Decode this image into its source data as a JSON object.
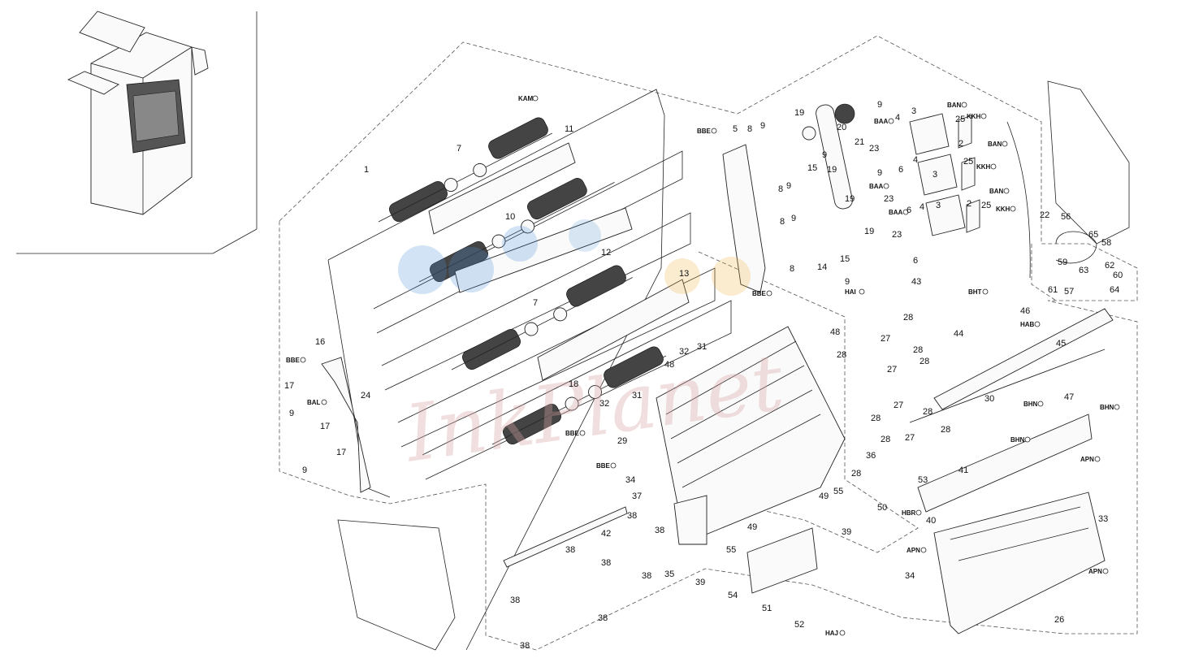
{
  "diagram": {
    "colors": {
      "line": "#222222",
      "watermark": "#d9a3a3",
      "logo_blue": "#4a90d9",
      "logo_orange": "#f0b040"
    },
    "watermark_text": "InkPlanet",
    "callouts": [
      {
        "id": "c-kam",
        "text": "KAM"
      },
      {
        "id": "c-1",
        "text": "1"
      },
      {
        "id": "c-7a",
        "text": "7"
      },
      {
        "id": "c-11",
        "text": "11"
      },
      {
        "id": "c-10",
        "text": "10"
      },
      {
        "id": "c-12",
        "text": "12"
      },
      {
        "id": "c-13",
        "text": "13"
      },
      {
        "id": "c-7b",
        "text": "7"
      },
      {
        "id": "c-18",
        "text": "18"
      },
      {
        "id": "c-16",
        "text": "16"
      },
      {
        "id": "c-bbe1",
        "text": "BBE"
      },
      {
        "id": "c-17a",
        "text": "17"
      },
      {
        "id": "c-bal",
        "text": "BAL"
      },
      {
        "id": "c-9a",
        "text": "9"
      },
      {
        "id": "c-17b",
        "text": "17"
      },
      {
        "id": "c-24",
        "text": "24"
      },
      {
        "id": "c-17c",
        "text": "17"
      },
      {
        "id": "c-9b",
        "text": "9"
      },
      {
        "id": "c-bbe2",
        "text": "BBE"
      },
      {
        "id": "c-5",
        "text": "5"
      },
      {
        "id": "c-8a",
        "text": "8"
      },
      {
        "id": "c-9c",
        "text": "9"
      },
      {
        "id": "c-19a",
        "text": "19"
      },
      {
        "id": "c-20",
        "text": "20"
      },
      {
        "id": "c-9d",
        "text": "9"
      },
      {
        "id": "c-21",
        "text": "21"
      },
      {
        "id": "c-9e",
        "text": "9"
      },
      {
        "id": "c-15a",
        "text": "15"
      },
      {
        "id": "c-9f",
        "text": "9"
      },
      {
        "id": "c-19b",
        "text": "19"
      },
      {
        "id": "c-8b",
        "text": "8"
      },
      {
        "id": "c-9g",
        "text": "9"
      },
      {
        "id": "c-19c",
        "text": "19"
      },
      {
        "id": "c-8c",
        "text": "8"
      },
      {
        "id": "c-9h",
        "text": "9"
      },
      {
        "id": "c-19d",
        "text": "19"
      },
      {
        "id": "c-15b",
        "text": "15"
      },
      {
        "id": "c-8d",
        "text": "8"
      },
      {
        "id": "c-14",
        "text": "14"
      },
      {
        "id": "c-9i",
        "text": "9"
      },
      {
        "id": "c-hai",
        "text": "HAI"
      },
      {
        "id": "c-bbe3",
        "text": "BBE"
      },
      {
        "id": "c-baa1",
        "text": "BAA"
      },
      {
        "id": "c-4a",
        "text": "4"
      },
      {
        "id": "c-3a",
        "text": "3"
      },
      {
        "id": "c-ban1",
        "text": "BAN"
      },
      {
        "id": "c-25a",
        "text": "25"
      },
      {
        "id": "c-kkh1",
        "text": "KKH"
      },
      {
        "id": "c-23a",
        "text": "23"
      },
      {
        "id": "c-2a",
        "text": "2"
      },
      {
        "id": "c-ban2",
        "text": "BAN"
      },
      {
        "id": "c-6a",
        "text": "6"
      },
      {
        "id": "c-4b",
        "text": "4"
      },
      {
        "id": "c-25b",
        "text": "25"
      },
      {
        "id": "c-kkh2",
        "text": "KKH"
      },
      {
        "id": "c-baa2",
        "text": "BAA"
      },
      {
        "id": "c-23b",
        "text": "23"
      },
      {
        "id": "c-3b",
        "text": "3"
      },
      {
        "id": "c-2b",
        "text": "2"
      },
      {
        "id": "c-ban3",
        "text": "BAN"
      },
      {
        "id": "c-baa3",
        "text": "BAA"
      },
      {
        "id": "c-6b",
        "text": "6"
      },
      {
        "id": "c-4c",
        "text": "4"
      },
      {
        "id": "c-3c",
        "text": "3"
      },
      {
        "id": "c-25c",
        "text": "25"
      },
      {
        "id": "c-kkh3",
        "text": "KKH"
      },
      {
        "id": "c-23c",
        "text": "23"
      },
      {
        "id": "c-6c",
        "text": "6"
      },
      {
        "id": "c-22",
        "text": "22"
      },
      {
        "id": "c-56",
        "text": "56"
      },
      {
        "id": "c-65",
        "text": "65"
      },
      {
        "id": "c-58",
        "text": "58"
      },
      {
        "id": "c-59",
        "text": "59"
      },
      {
        "id": "c-62",
        "text": "62"
      },
      {
        "id": "c-63",
        "text": "63"
      },
      {
        "id": "c-60",
        "text": "60"
      },
      {
        "id": "c-61",
        "text": "61"
      },
      {
        "id": "c-57",
        "text": "57"
      },
      {
        "id": "c-64",
        "text": "64"
      },
      {
        "id": "c-43",
        "text": "43"
      },
      {
        "id": "c-bht",
        "text": "BHT"
      },
      {
        "id": "c-44",
        "text": "44"
      },
      {
        "id": "c-46",
        "text": "46"
      },
      {
        "id": "c-hab",
        "text": "HAB"
      },
      {
        "id": "c-45",
        "text": "45"
      },
      {
        "id": "c-48a",
        "text": "48"
      },
      {
        "id": "c-28a",
        "text": "28"
      },
      {
        "id": "c-27a",
        "text": "27"
      },
      {
        "id": "c-28b",
        "text": "28"
      },
      {
        "id": "c-28c",
        "text": "28"
      },
      {
        "id": "c-28d",
        "text": "28"
      },
      {
        "id": "c-32a",
        "text": "32"
      },
      {
        "id": "c-31a",
        "text": "31"
      },
      {
        "id": "c-48b",
        "text": "48"
      },
      {
        "id": "c-27b",
        "text": "27"
      },
      {
        "id": "c-30",
        "text": "30"
      },
      {
        "id": "c-47",
        "text": "47"
      },
      {
        "id": "c-28e",
        "text": "28"
      },
      {
        "id": "c-27c",
        "text": "27"
      },
      {
        "id": "c-28f",
        "text": "28"
      },
      {
        "id": "c-bhn1",
        "text": "BHN"
      },
      {
        "id": "c-bhn2",
        "text": "BHN"
      },
      {
        "id": "c-32b",
        "text": "32"
      },
      {
        "id": "c-31b",
        "text": "31"
      },
      {
        "id": "c-bbe4",
        "text": "BBE"
      },
      {
        "id": "c-29",
        "text": "29"
      },
      {
        "id": "c-28g",
        "text": "28"
      },
      {
        "id": "c-28h",
        "text": "28"
      },
      {
        "id": "c-27d",
        "text": "27"
      },
      {
        "id": "c-bhn3",
        "text": "BHN"
      },
      {
        "id": "c-36",
        "text": "36"
      },
      {
        "id": "c-41",
        "text": "41"
      },
      {
        "id": "c-bbe5",
        "text": "BBE"
      },
      {
        "id": "c-34a",
        "text": "34"
      },
      {
        "id": "c-28i",
        "text": "28"
      },
      {
        "id": "c-53",
        "text": "53"
      },
      {
        "id": "c-apn1",
        "text": "APN"
      },
      {
        "id": "c-37",
        "text": "37"
      },
      {
        "id": "c-55a",
        "text": "55"
      },
      {
        "id": "c-49a",
        "text": "49"
      },
      {
        "id": "c-50",
        "text": "50"
      },
      {
        "id": "c-hbr",
        "text": "HBR"
      },
      {
        "id": "c-40",
        "text": "40"
      },
      {
        "id": "c-38a",
        "text": "38"
      },
      {
        "id": "c-42",
        "text": "42"
      },
      {
        "id": "c-33",
        "text": "33"
      },
      {
        "id": "c-38b",
        "text": "38"
      },
      {
        "id": "c-49b",
        "text": "49"
      },
      {
        "id": "c-39a",
        "text": "39"
      },
      {
        "id": "c-apn2",
        "text": "APN"
      },
      {
        "id": "c-38c",
        "text": "38"
      },
      {
        "id": "c-55b",
        "text": "55"
      },
      {
        "id": "c-38d",
        "text": "38"
      },
      {
        "id": "c-38e",
        "text": "38"
      },
      {
        "id": "c-35",
        "text": "35"
      },
      {
        "id": "c-39b",
        "text": "39"
      },
      {
        "id": "c-apn3",
        "text": "APN"
      },
      {
        "id": "c-34b",
        "text": "34"
      },
      {
        "id": "c-38f",
        "text": "38"
      },
      {
        "id": "c-54",
        "text": "54"
      },
      {
        "id": "c-51",
        "text": "51"
      },
      {
        "id": "c-52",
        "text": "52"
      },
      {
        "id": "c-38g",
        "text": "38"
      },
      {
        "id": "c-haj",
        "text": "HAJ"
      },
      {
        "id": "c-26",
        "text": "26"
      },
      {
        "id": "c-38h",
        "text": "38"
      }
    ]
  }
}
